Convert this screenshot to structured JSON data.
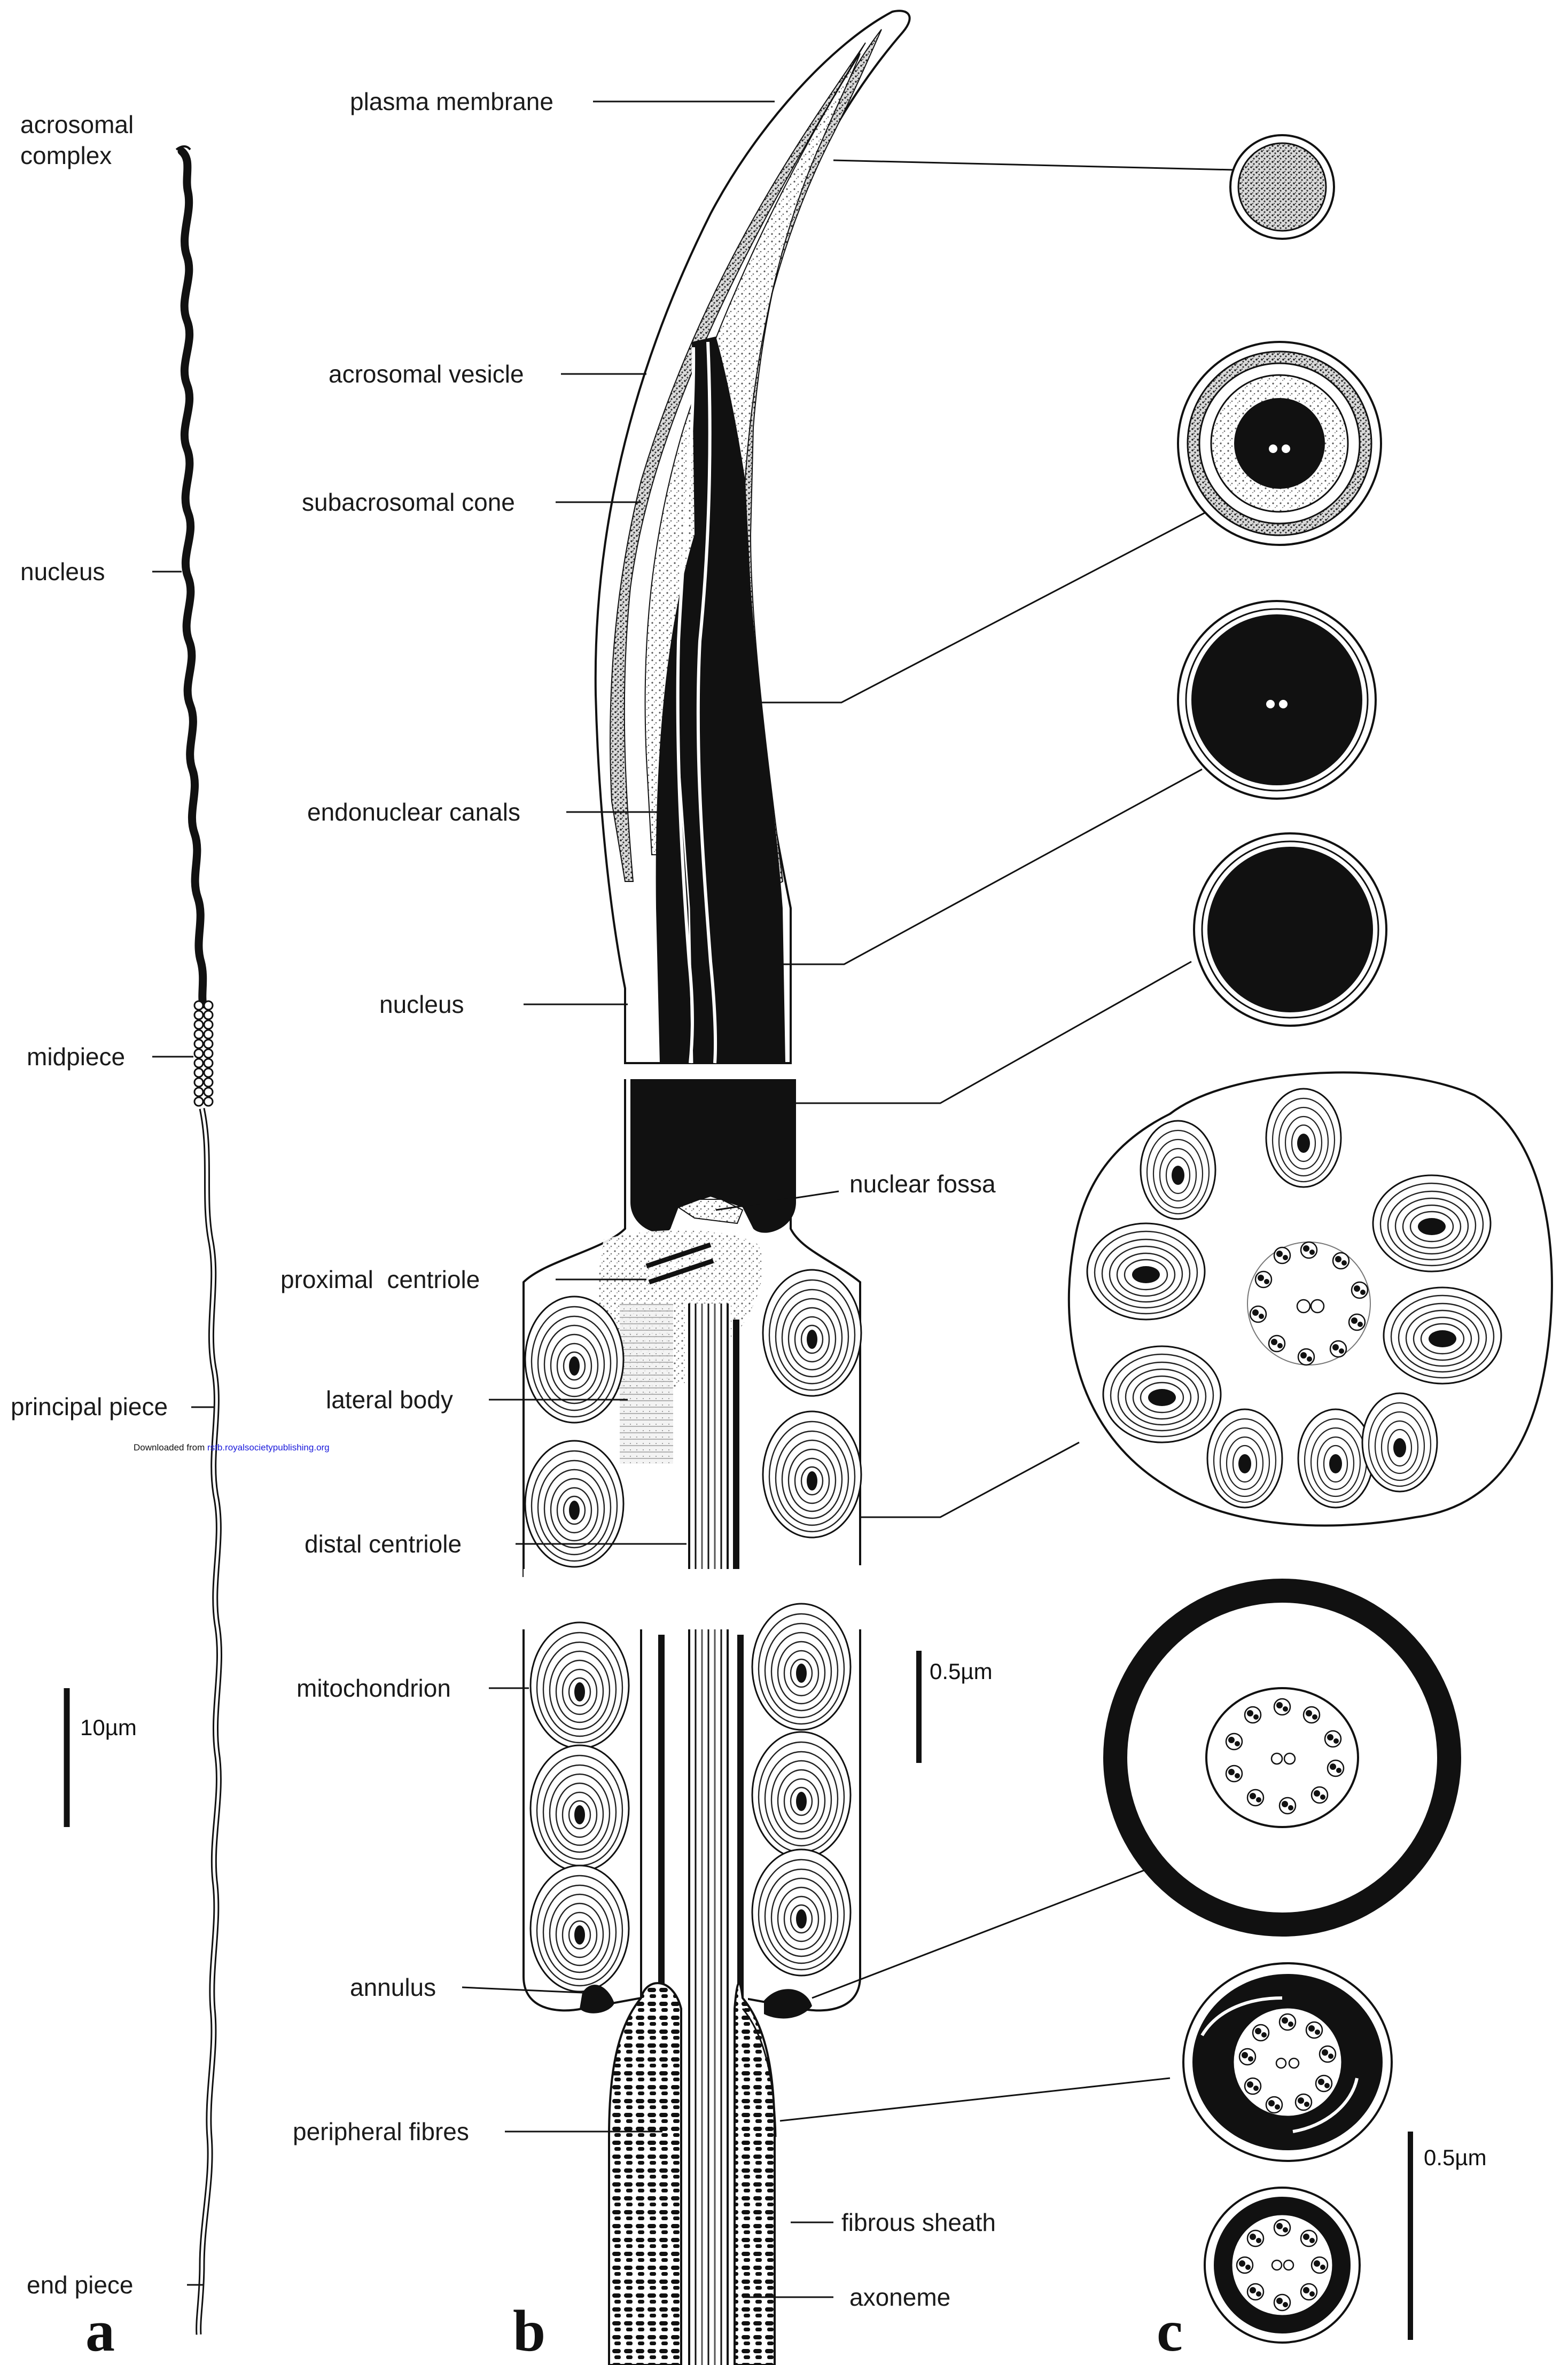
{
  "panels": {
    "a": "a",
    "b": "b",
    "c": "c"
  },
  "panel_a_labels": {
    "acrosomal_complex": "acrosomal\ncomplex",
    "nucleus": "nucleus",
    "midpiece": "midpiece",
    "principal_piece": "principal piece",
    "end_piece": "end piece"
  },
  "panel_b_labels": {
    "plasma_membrane": "plasma membrane",
    "acrosomal_vesicle": "acrosomal vesicle",
    "subacrosomal_cone": "subacrosomal cone",
    "endonuclear_canals": "endonuclear canals",
    "nucleus": "nucleus",
    "nuclear_fossa": "nuclear fossa",
    "proximal_centriole": "proximal  centriole",
    "lateral_body": "lateral body",
    "distal_centriole": "distal centriole",
    "mitochondrion": "mitochondrion",
    "annulus": "annulus",
    "peripheral_fibres": "peripheral fibres",
    "fibrous_sheath": "fibrous sheath",
    "axoneme": "axoneme"
  },
  "scale_bars": {
    "a": "10µm",
    "b": "0.5µm",
    "c": "0.5µm"
  },
  "credit": {
    "prefix": "Downloaded from ",
    "link": "rstb.royalsocietypublishing.org"
  },
  "colors": {
    "ink": "#111111",
    "stipple": "#8a8a8a",
    "paper": "#ffffff",
    "link": "#1a1adb"
  }
}
